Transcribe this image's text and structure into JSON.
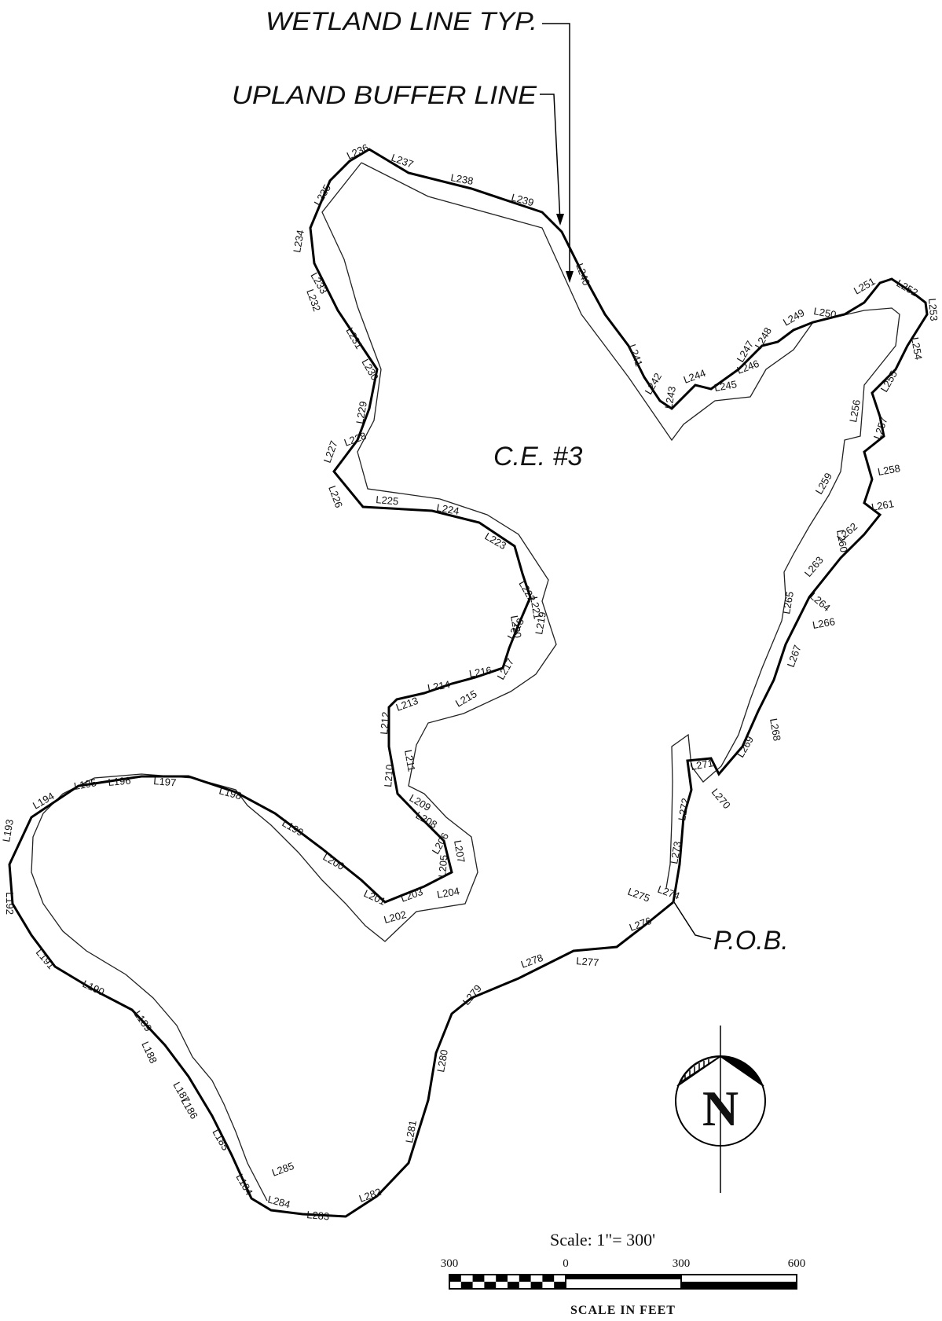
{
  "callouts": {
    "wetland_line": "WETLAND LINE TYP.",
    "upland_buffer_line": "UPLAND BUFFER LINE",
    "area_label": "C.E. #3",
    "pob": "P.O.B."
  },
  "north_arrow": {
    "letter": "N"
  },
  "scale": {
    "text": "Scale:  1\"= 300'",
    "ticks": [
      "300",
      "0",
      "300",
      "600"
    ],
    "caption": "SCALE IN FEET"
  },
  "segments": [
    "L184",
    "L185",
    "L186",
    "L187",
    "L188",
    "L189",
    "L190",
    "L191",
    "L192",
    "L193",
    "L194",
    "L195",
    "L196",
    "L197",
    "L198",
    "L199",
    "L200",
    "L201",
    "L202",
    "L203",
    "L204",
    "L205",
    "L206",
    "L207",
    "L208",
    "L209",
    "L210",
    "L211",
    "L212",
    "L213",
    "L214",
    "L215",
    "L216",
    "L217",
    "L218",
    "L219",
    "L220",
    "L221",
    "L222",
    "L223",
    "L224",
    "L225",
    "L226",
    "L227",
    "L228",
    "L229",
    "L230",
    "L231",
    "L232",
    "L233",
    "L234",
    "L235",
    "L236",
    "L237",
    "L238",
    "L239",
    "L240",
    "L241",
    "L242",
    "L243",
    "L244",
    "L245",
    "L246",
    "L247",
    "L248",
    "L249",
    "L250",
    "L251",
    "L252",
    "L253",
    "L254",
    "L255",
    "L256",
    "L257",
    "L258",
    "L259",
    "L260",
    "L261",
    "L262",
    "L263",
    "L264",
    "L265",
    "L266",
    "L267",
    "L268",
    "L269",
    "L270",
    "L271",
    "L272",
    "L273",
    "L274",
    "L275",
    "L276",
    "L277",
    "L278",
    "L279",
    "L280",
    "L281",
    "L282",
    "L283",
    "L284",
    "L285"
  ]
}
